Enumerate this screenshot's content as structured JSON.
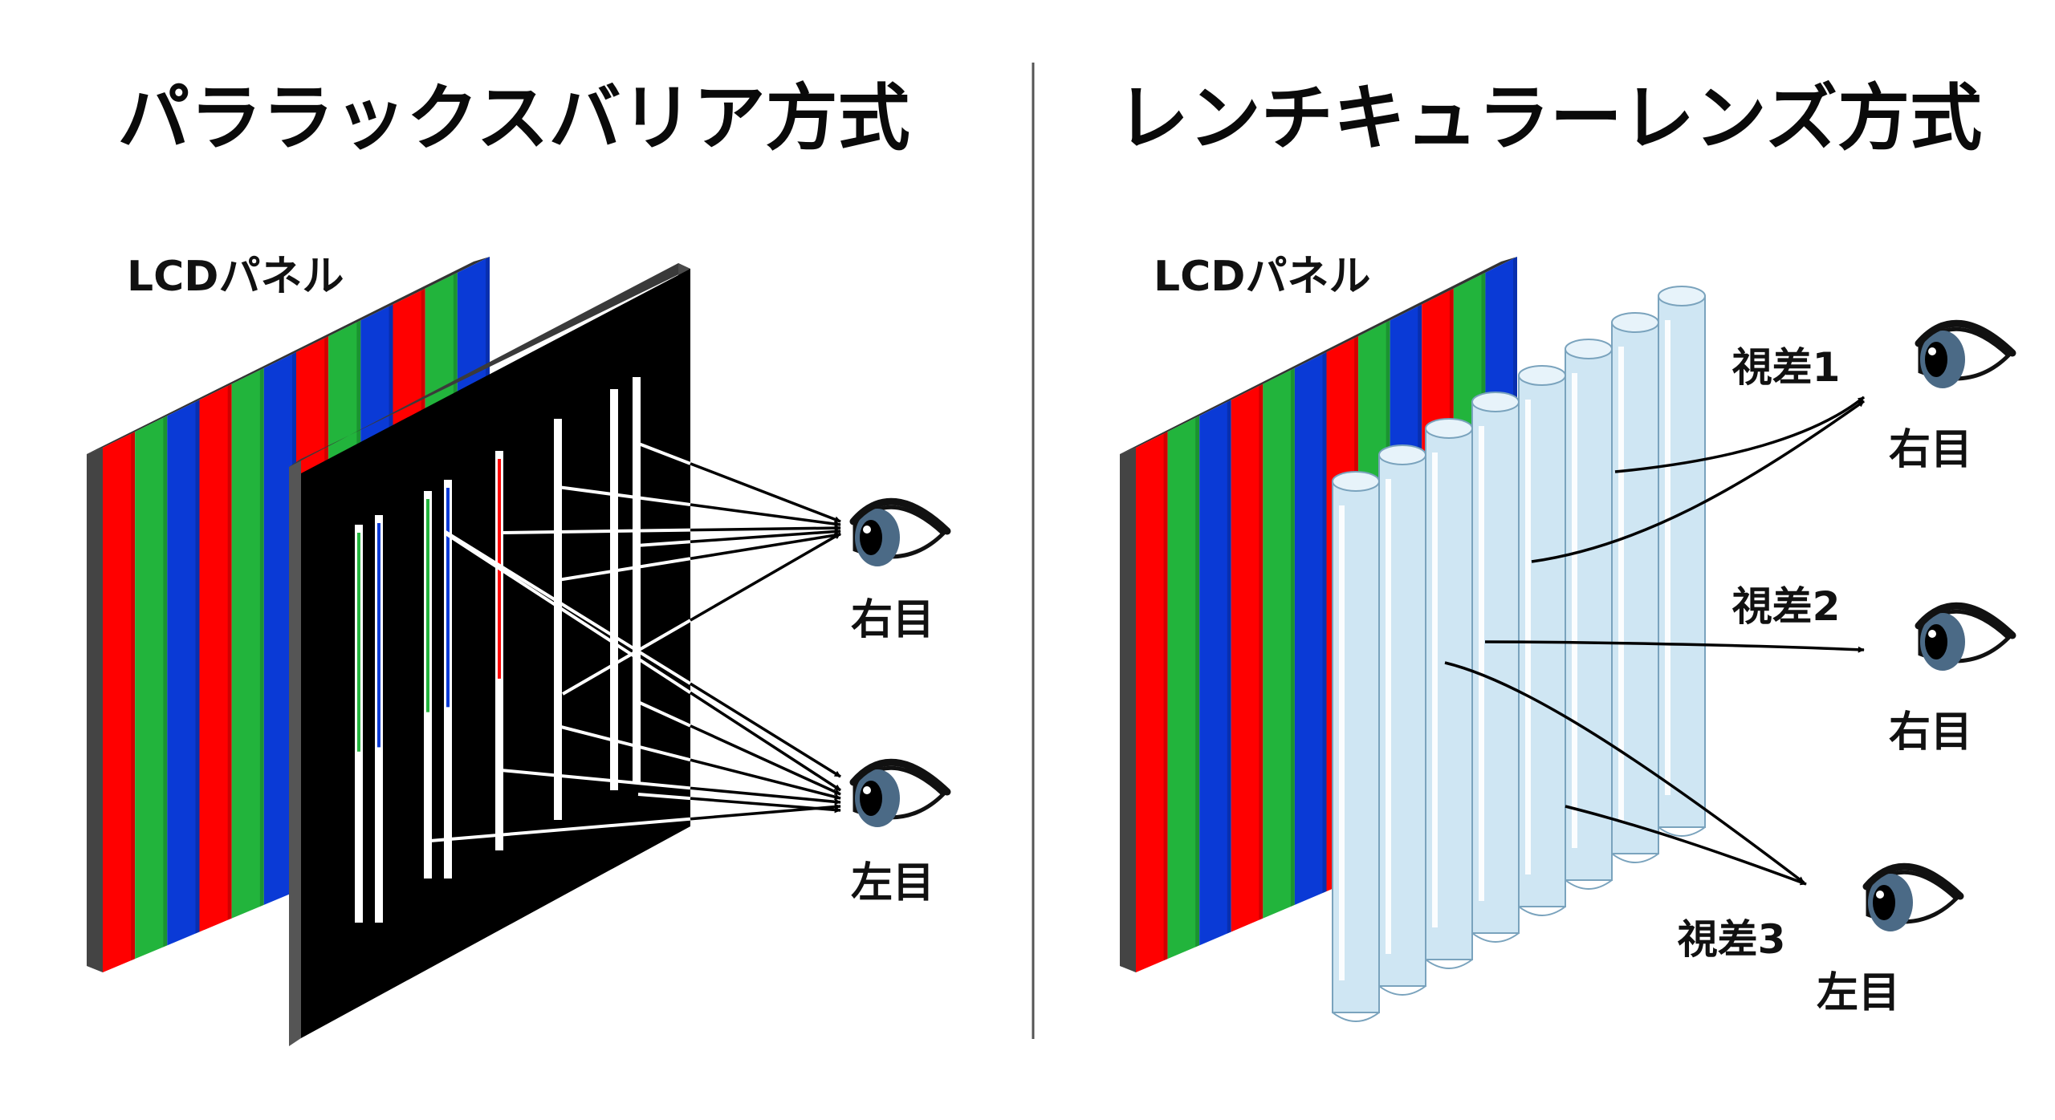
{
  "left_panel": {
    "title": "パララックスバリア方式",
    "lcd_label": "LCDパネル",
    "right_eye_label": "右目",
    "left_eye_label": "左目"
  },
  "right_panel": {
    "title": "レンチキュラーレンズ方式",
    "lcd_label": "LCDパネル",
    "parallax_1": "視差1",
    "parallax_2": "視差2",
    "parallax_3": "視差3",
    "eye_1_label": "右目",
    "eye_2_label": "右目",
    "eye_3_label": "左目"
  },
  "colors": {
    "subpixel_red": "#ff0000",
    "subpixel_green": "#22b43c",
    "subpixel_blue": "#0a3ad6",
    "barrier": "#000000",
    "lens": "#cfe6f3",
    "divider": "#555555",
    "iris": "#4b6a86"
  }
}
